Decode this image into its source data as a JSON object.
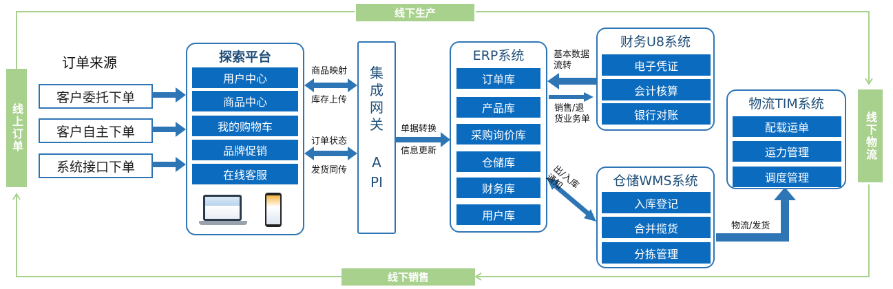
{
  "loop_labels": {
    "offline_production": "线下生产",
    "offline_sales": "线下销售",
    "online_orders": "线上订单",
    "offline_logistics": "线下物流"
  },
  "order_sources": {
    "title": "订单来源",
    "items": [
      "客户委托下单",
      "客户自主下单",
      "系统接口下单"
    ]
  },
  "explore_platform": {
    "title": "探索平台",
    "items": [
      "用户中心",
      "商品中心",
      "我的购物车",
      "品牌促销",
      "在线客服"
    ]
  },
  "gateway": {
    "label": "集成网关",
    "api": "API"
  },
  "erp": {
    "title": "ERP系统",
    "items": [
      "订单库",
      "产品库",
      "采购询价库",
      "仓储库",
      "财务库",
      "用户库"
    ]
  },
  "finance": {
    "title": "财务U8系统",
    "items": [
      "电子凭证",
      "会计核算",
      "银行对账"
    ]
  },
  "wms": {
    "title": "仓储WMS系统",
    "items": [
      "入库登记",
      "合并揽货",
      "分拣管理"
    ]
  },
  "tim": {
    "title": "物流TIM系统",
    "items": [
      "配载运单",
      "运力管理",
      "调度管理"
    ]
  },
  "flows": {
    "product_mapping": "商品映射",
    "inventory_upload": "库存上传",
    "order_status": "订单状态",
    "shipping_sync": "发货同传",
    "doc_conversion": "单据转换",
    "info_update": "信息更新",
    "basic_data_1": "基本数据",
    "basic_data_2": "流转",
    "sales_return_1": "销售/退",
    "sales_return_2": "货业务单",
    "in_out_1": "出/入库",
    "in_out_2": "通知",
    "logistics_shipping": "物流/发货"
  },
  "colors": {
    "accent_blue": "#0b6bbf",
    "border_blue": "#2e75b6",
    "title_blue": "#1f4e79",
    "loop_green": "#a9d18e"
  }
}
